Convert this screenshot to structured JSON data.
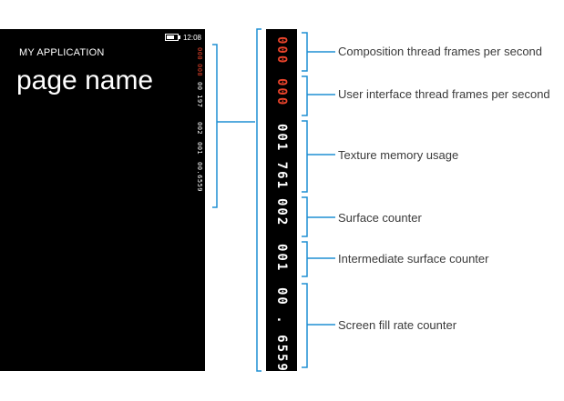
{
  "phone": {
    "status": {
      "time": "12:08",
      "battery_icon": "battery-icon"
    },
    "app_title": "MY APPLICATION",
    "page_name": "page name",
    "mini_counters": [
      "000",
      "000",
      "00 197",
      "002",
      "001",
      "00.6559"
    ]
  },
  "counters": [
    {
      "display": "000",
      "color": "#e8432b",
      "label": "Composition thread frames per second"
    },
    {
      "display": "000",
      "color": "#e8432b",
      "label": "User interface thread frames per second"
    },
    {
      "display": "001 761",
      "color": "#ffffff",
      "label": "Texture memory usage"
    },
    {
      "display": "002",
      "color": "#ffffff",
      "label": "Surface counter"
    },
    {
      "display": "001",
      "color": "#ffffff",
      "label": "Intermediate surface counter"
    },
    {
      "display": "00 . 6559",
      "color": "#ffffff",
      "label": "Screen fill rate counter"
    }
  ],
  "colors": {
    "bracket": "#1e8fd4",
    "accent": "#e8432b"
  }
}
